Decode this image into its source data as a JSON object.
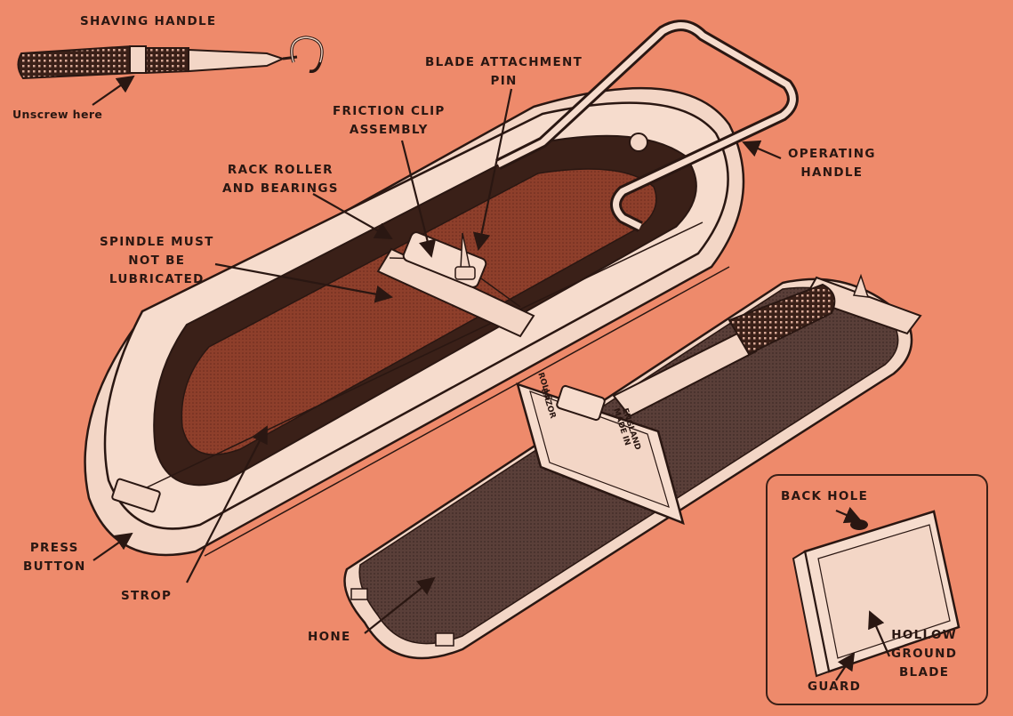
{
  "labels": {
    "shaving_handle": "SHAVING HANDLE",
    "unscrew_here": "Unscrew here",
    "blade_attachment_pin": [
      "BLADE ATTACHMENT",
      "PIN"
    ],
    "friction_clip_assembly": [
      "FRICTION CLIP",
      "ASSEMBLY"
    ],
    "rack_roller": [
      "RACK ROLLER",
      "AND BEARINGS"
    ],
    "spindle": [
      "SPINDLE MUST",
      "NOT BE",
      "LUBRICATED"
    ],
    "operating_handle": [
      "OPERATING",
      "HANDLE"
    ],
    "press_button": [
      "PRESS",
      "BUTTON"
    ],
    "strop": "STROP",
    "hone": "HONE",
    "back_hole": "BACK HOLE",
    "hollow_ground_blade": [
      "HOLLOW",
      "GROUND",
      "BLADE"
    ],
    "guard": "GUARD"
  },
  "engraving": {
    "rolls_razor": [
      "ROLLS",
      "RAZOR"
    ],
    "made_in_england": [
      "MADE IN",
      "ENGLAND"
    ]
  },
  "colors": {
    "background": "#ee8a6b",
    "ink": "#2a1712",
    "strop": "#8e3f2b",
    "hone": "#5a3f39",
    "metal": "#f3d6c6"
  }
}
